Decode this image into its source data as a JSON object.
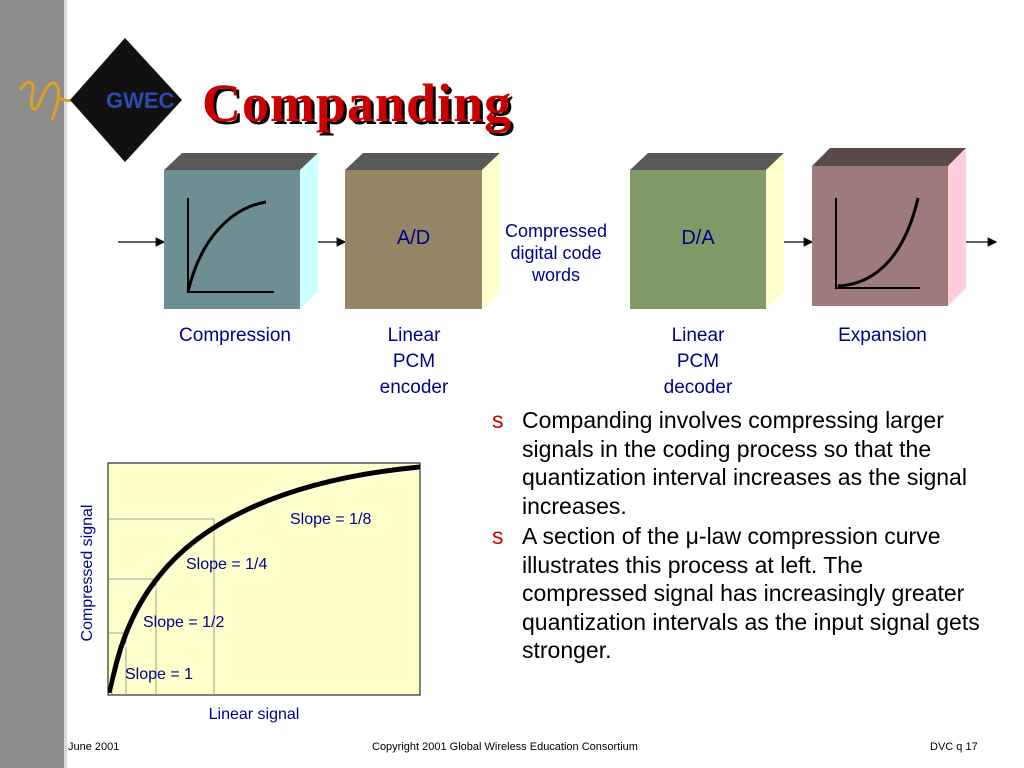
{
  "title": "Companding",
  "logo": {
    "text": "GWEC"
  },
  "diagram": {
    "boxes": [
      {
        "id": "compression",
        "inner_label": "",
        "caption": [
          "Compression"
        ],
        "face": "#6d8e92",
        "side": "#ccffff",
        "top": "#595959"
      },
      {
        "id": "ad",
        "inner_label": "A/D",
        "caption": [
          "Linear",
          "PCM",
          "encoder"
        ],
        "face": "#948566",
        "side": "#ffffcc",
        "top": "#595959"
      },
      {
        "id": "da",
        "inner_label": "D/A",
        "caption": [
          "Linear",
          "PCM",
          "decoder"
        ],
        "face": "#7f9a66",
        "side": "#ffffcc",
        "top": "#595959"
      },
      {
        "id": "expansion",
        "inner_label": "",
        "caption": [
          "Expansion"
        ],
        "face": "#9e7a7a",
        "side": "#ffccdd",
        "top": "#5a4a4a"
      }
    ],
    "middle_label": [
      "Compressed",
      "digital code",
      "words"
    ]
  },
  "bullets": [
    "Companding involves compressing larger signals in the coding process so that  the quantization interval increases as the signal increases.",
    "A section of the μ-law compression curve illustrates this process at left. The compressed signal has increasingly greater quantization intervals as the input signal gets stronger."
  ],
  "bullet_marker": "s",
  "chart_data": {
    "type": "line",
    "xlabel": "Linear signal",
    "ylabel": "Compressed signal",
    "background": "#ffffcc",
    "annotations": [
      "Slope = 1",
      "Slope = 1/2",
      "Slope = 1/4",
      "Slope = 1/8"
    ]
  },
  "footer": {
    "left": "June 2001",
    "center": "Copyright 2001 Global Wireless Education Consortium",
    "right": "DVC q  17"
  },
  "colors": {
    "title": "#cc0000",
    "text_blue": "#00008b",
    "sidebar": "#8c8c8c"
  }
}
